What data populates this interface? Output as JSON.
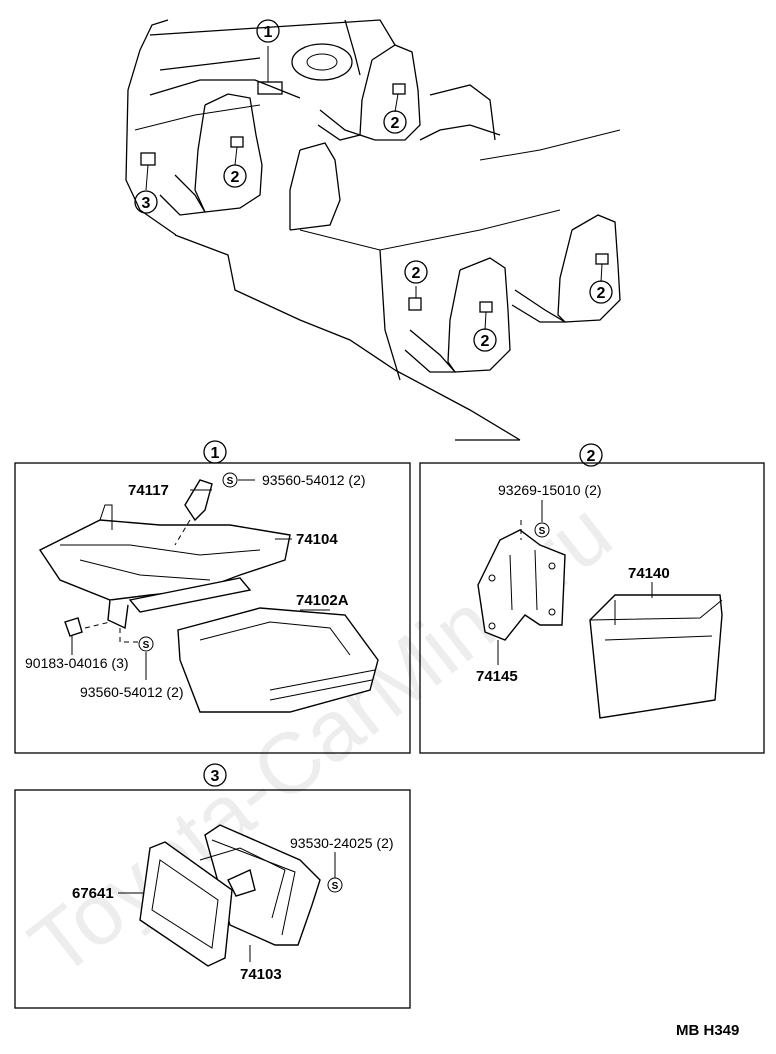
{
  "watermark": "Toyota-CarMine.ru",
  "diagram_code": "MB H349",
  "callouts": {
    "c1": "1",
    "c2": "2",
    "c3": "3"
  },
  "box1": {
    "title": "1",
    "parts": {
      "p74117": "74117",
      "p93560_top": "93560-54012 (2)",
      "p74104": "74104",
      "p74102A": "74102A",
      "p90183": "90183-04016 (3)",
      "p93560_bottom": "93560-54012 (2)"
    },
    "screw_symbol": "S"
  },
  "box2": {
    "title": "2",
    "parts": {
      "p93269": "93269-15010 (2)",
      "p74140": "74140",
      "p74145": "74145"
    },
    "screw_symbol": "S"
  },
  "box3": {
    "title": "3",
    "parts": {
      "p93530": "93530-24025 (2)",
      "p67641": "67641",
      "p74103": "74103"
    },
    "screw_symbol": "S"
  }
}
